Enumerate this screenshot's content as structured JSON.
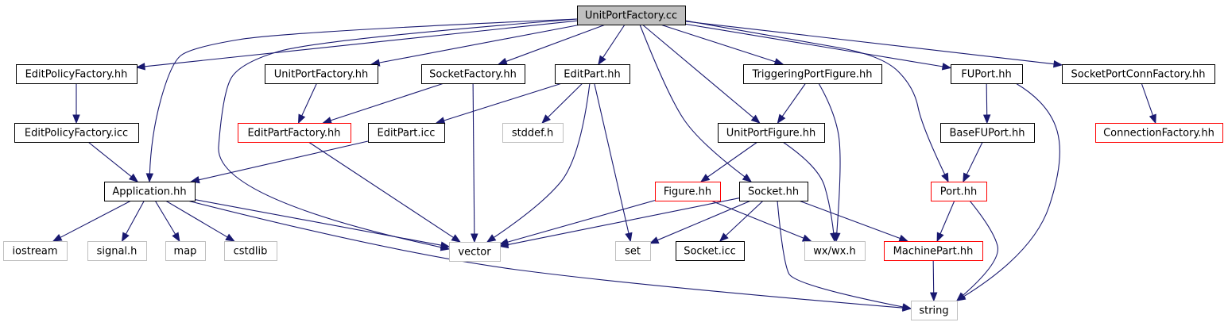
{
  "colors": {
    "edge": "#191970",
    "border_normal": "#000000",
    "border_truncated": "#ff0000",
    "border_system": "#bfbfbf",
    "text_normal": "#000000",
    "text_system": "#404040",
    "root_fill": "#bfbfbf",
    "fill": "#ffffff"
  },
  "nodes": {
    "unitportfactory_cc": {
      "label": "UnitPortFactory.cc",
      "kind": "root"
    },
    "editpolicyfactory_hh": {
      "label": "EditPolicyFactory.hh",
      "kind": "normal"
    },
    "editpolicyfactory_icc": {
      "label": "EditPolicyFactory.icc",
      "kind": "normal"
    },
    "application_hh": {
      "label": "Application.hh",
      "kind": "normal"
    },
    "unitportfactory_hh": {
      "label": "UnitPortFactory.hh",
      "kind": "normal"
    },
    "socketfactory_hh": {
      "label": "SocketFactory.hh",
      "kind": "normal"
    },
    "editpartfactory_hh": {
      "label": "EditPartFactory.hh",
      "kind": "truncated"
    },
    "editpart_hh": {
      "label": "EditPart.hh",
      "kind": "normal"
    },
    "editpart_icc": {
      "label": "EditPart.icc",
      "kind": "normal"
    },
    "stddef_h": {
      "label": "stddef.h",
      "kind": "system"
    },
    "triggeringportfigure_hh": {
      "label": "TriggeringPortFigure.hh",
      "kind": "normal"
    },
    "unitportfigure_hh": {
      "label": "UnitPortFigure.hh",
      "kind": "normal"
    },
    "figure_hh": {
      "label": "Figure.hh",
      "kind": "truncated"
    },
    "socket_hh": {
      "label": "Socket.hh",
      "kind": "normal"
    },
    "fuport_hh": {
      "label": "FUPort.hh",
      "kind": "normal"
    },
    "basefuport_hh": {
      "label": "BaseFUPort.hh",
      "kind": "normal"
    },
    "port_hh": {
      "label": "Port.hh",
      "kind": "truncated"
    },
    "socketportconnfactory_hh": {
      "label": "SocketPortConnFactory.hh",
      "kind": "normal"
    },
    "connectionfactory_hh": {
      "label": "ConnectionFactory.hh",
      "kind": "truncated"
    },
    "iostream": {
      "label": "iostream",
      "kind": "system"
    },
    "signal_h": {
      "label": "signal.h",
      "kind": "system"
    },
    "map": {
      "label": "map",
      "kind": "system"
    },
    "cstdlib": {
      "label": "cstdlib",
      "kind": "system"
    },
    "vector": {
      "label": "vector",
      "kind": "system"
    },
    "set": {
      "label": "set",
      "kind": "system"
    },
    "socket_icc": {
      "label": "Socket.icc",
      "kind": "normal"
    },
    "wx_wx_h": {
      "label": "wx/wx.h",
      "kind": "system"
    },
    "machinepart_hh": {
      "label": "MachinePart.hh",
      "kind": "truncated"
    },
    "string": {
      "label": "string",
      "kind": "system"
    }
  },
  "edges": [
    [
      "unitportfactory_cc",
      "editpolicyfactory_hh"
    ],
    [
      "unitportfactory_cc",
      "application_hh"
    ],
    [
      "unitportfactory_cc",
      "unitportfactory_hh"
    ],
    [
      "unitportfactory_cc",
      "vector"
    ],
    [
      "unitportfactory_cc",
      "socketfactory_hh"
    ],
    [
      "unitportfactory_cc",
      "editpart_hh"
    ],
    [
      "unitportfactory_cc",
      "socket_hh"
    ],
    [
      "unitportfactory_cc",
      "unitportfigure_hh"
    ],
    [
      "unitportfactory_cc",
      "triggeringportfigure_hh"
    ],
    [
      "unitportfactory_cc",
      "fuport_hh"
    ],
    [
      "unitportfactory_cc",
      "port_hh"
    ],
    [
      "unitportfactory_cc",
      "socketportconnfactory_hh"
    ],
    [
      "editpolicyfactory_hh",
      "editpolicyfactory_icc"
    ],
    [
      "editpolicyfactory_icc",
      "application_hh"
    ],
    [
      "unitportfactory_hh",
      "editpartfactory_hh"
    ],
    [
      "socketfactory_hh",
      "editpartfactory_hh"
    ],
    [
      "socketfactory_hh",
      "vector"
    ],
    [
      "editpartfactory_hh",
      "vector"
    ],
    [
      "editpart_hh",
      "editpart_icc"
    ],
    [
      "editpart_hh",
      "stddef_h"
    ],
    [
      "editpart_hh",
      "vector"
    ],
    [
      "editpart_hh",
      "set"
    ],
    [
      "editpart_icc",
      "application_hh"
    ],
    [
      "application_hh",
      "iostream"
    ],
    [
      "application_hh",
      "signal_h"
    ],
    [
      "application_hh",
      "map"
    ],
    [
      "application_hh",
      "cstdlib"
    ],
    [
      "application_hh",
      "vector"
    ],
    [
      "application_hh",
      "string"
    ],
    [
      "triggeringportfigure_hh",
      "unitportfigure_hh"
    ],
    [
      "triggeringportfigure_hh",
      "wx_wx_h"
    ],
    [
      "unitportfigure_hh",
      "figure_hh"
    ],
    [
      "unitportfigure_hh",
      "wx_wx_h"
    ],
    [
      "figure_hh",
      "vector"
    ],
    [
      "figure_hh",
      "wx_wx_h"
    ],
    [
      "socket_hh",
      "vector"
    ],
    [
      "socket_hh",
      "set"
    ],
    [
      "socket_hh",
      "socket_icc"
    ],
    [
      "socket_hh",
      "machinepart_hh"
    ],
    [
      "socket_hh",
      "string"
    ],
    [
      "fuport_hh",
      "basefuport_hh"
    ],
    [
      "fuport_hh",
      "string"
    ],
    [
      "basefuport_hh",
      "port_hh"
    ],
    [
      "port_hh",
      "machinepart_hh"
    ],
    [
      "port_hh",
      "string"
    ],
    [
      "machinepart_hh",
      "string"
    ],
    [
      "socketportconnfactory_hh",
      "connectionfactory_hh"
    ]
  ]
}
